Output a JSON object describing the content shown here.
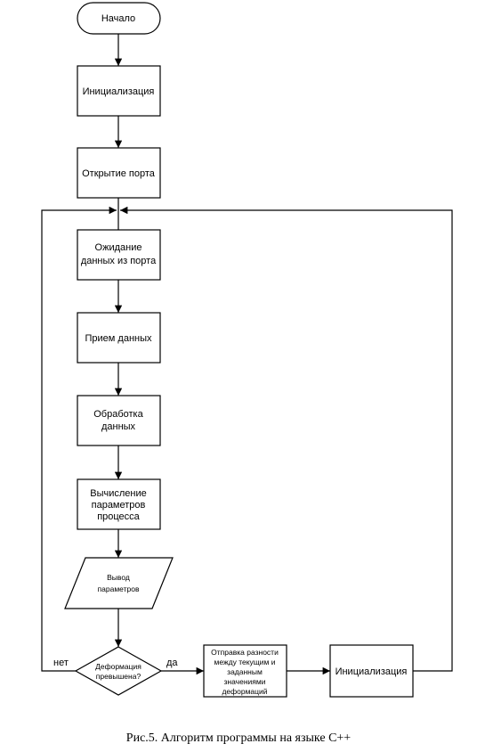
{
  "nodes": {
    "start": "Начало",
    "init1": "Инициализация",
    "open_port": "Открытие порта",
    "wait": [
      "Ожидание",
      "данных из порта"
    ],
    "receive": "Прием данных",
    "process": [
      "Обработка",
      "данных"
    ],
    "calc": [
      "Вычисление",
      "параметров",
      "процесса"
    ],
    "output": [
      "Вывод",
      "параметров"
    ],
    "decision": [
      "Деформация",
      "превышена?"
    ],
    "send": [
      "Отправка разности",
      "между текущим и",
      "заданным",
      "значениями",
      "деформаций"
    ],
    "init2": "Инициализация"
  },
  "edge_labels": {
    "no": "нет",
    "yes": "да"
  },
  "caption": "Рис.5. Алгоритм программы на языке С++"
}
